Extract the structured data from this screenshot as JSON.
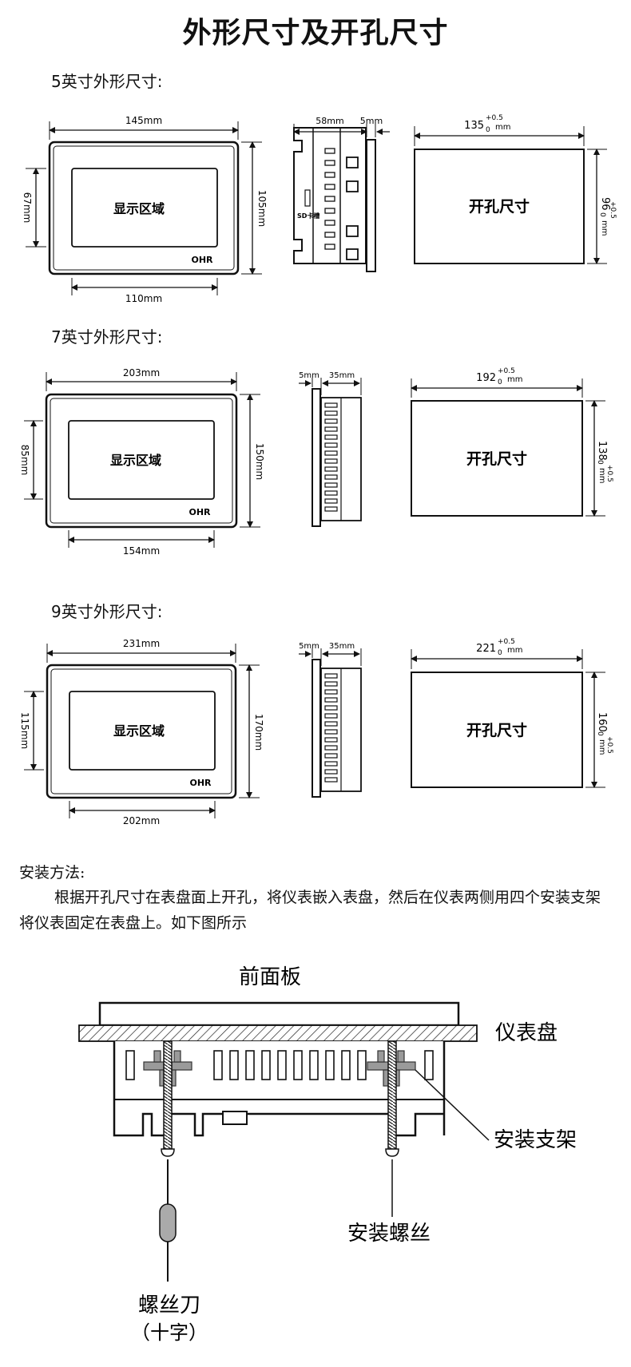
{
  "title": "外形尺寸及开孔尺寸",
  "display_label": "显示区域",
  "cutout_label": "开孔尺寸",
  "brand": "OHR",
  "sd_label": "SD卡槽",
  "tol_upper": "+0.5",
  "tol_lower": "0",
  "sections": [
    {
      "heading": "5英寸外形尺寸:",
      "front": {
        "width": "145mm",
        "height": "105mm",
        "display_width": "110mm",
        "display_height": "67mm"
      },
      "side": {
        "a": "58mm",
        "b": "5mm"
      },
      "cutout": {
        "width": "135",
        "height": "96",
        "unit": "mm"
      }
    },
    {
      "heading": "7英寸外形尺寸:",
      "front": {
        "width": "203mm",
        "height": "150mm",
        "display_width": "154mm",
        "display_height": "85mm"
      },
      "side": {
        "a": "5mm",
        "b": "35mm"
      },
      "cutout": {
        "width": "192",
        "height": "138",
        "unit": "mm"
      }
    },
    {
      "heading": "9英寸外形尺寸:",
      "front": {
        "width": "231mm",
        "height": "170mm",
        "display_width": "202mm",
        "display_height": "115mm"
      },
      "side": {
        "a": "5mm",
        "b": "35mm"
      },
      "cutout": {
        "width": "221",
        "height": "160",
        "unit": "mm"
      }
    }
  ],
  "install": {
    "heading": "安装方法:",
    "text": "根据开孔尺寸在表盘面上开孔，将仪表嵌入表盘，然后在仪表两侧用四个安装支架将仪表固定在表盘上。如下图所示",
    "labels": {
      "front_panel": "前面板",
      "meter_panel": "仪表盘",
      "bracket": "安装支架",
      "screw": "安装螺丝",
      "screwdriver": "螺丝刀",
      "cross": "（十字）"
    }
  }
}
